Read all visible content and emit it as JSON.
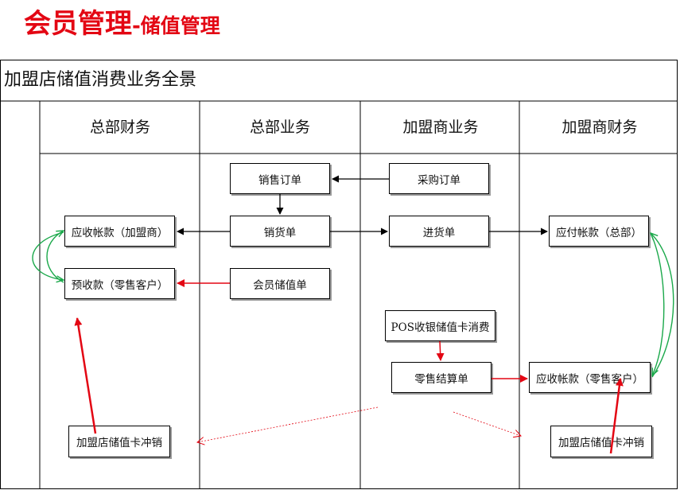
{
  "page_title": {
    "main": "会员管理",
    "sep": "-",
    "sub": "储值管理"
  },
  "diagram": {
    "title": "加盟店储值消费业务全景",
    "columns": [
      "总部财务",
      "总部业务",
      "加盟商业务",
      "加盟商财务"
    ],
    "nodes": {
      "sales_order": "销售订单",
      "purchase_order": "采购订单",
      "receivable_franchisee": "应收帐款（加盟商）",
      "delivery_note": "销货单",
      "receiving_note": "进货单",
      "payable_hq": "应付帐款（总部）",
      "advance_receipt_retail": "预收款（零售客户）",
      "member_topup": "会员储值单",
      "pos_consume": "POS收银储值卡消费",
      "retail_settlement": "零售结算单",
      "receivable_retail": "应收帐款（零售客户）",
      "writeoff_hq": "加盟店储值卡冲销",
      "writeoff_franchisee": "加盟店储值卡冲销"
    },
    "colors": {
      "title_red": "#e30613",
      "arrow_black": "#000000",
      "arrow_red": "#e30613",
      "arrow_green": "#1aa84a"
    }
  }
}
